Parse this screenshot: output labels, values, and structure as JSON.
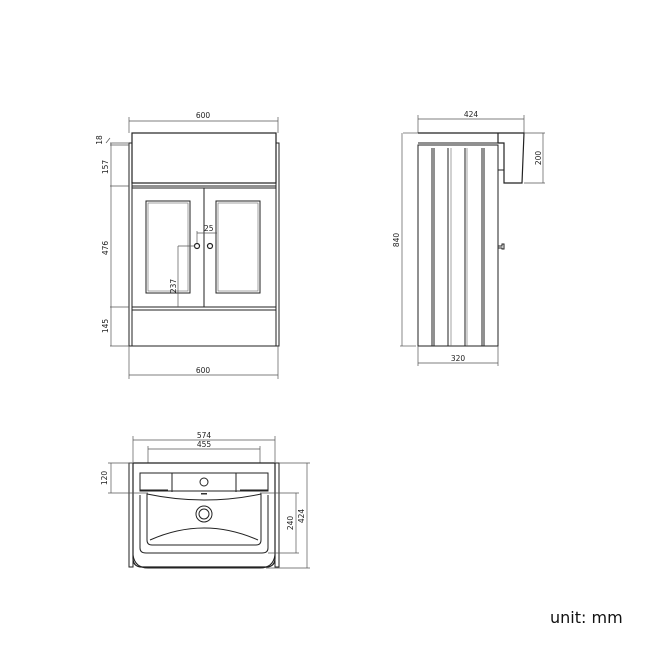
{
  "front_view": {
    "width_top": "600",
    "width_bottom": "600",
    "top_gap": "18",
    "basin_height": "157",
    "door_height": "476",
    "plinth_height": "145",
    "knob_spacing": "25",
    "knob_height": "237"
  },
  "side_view": {
    "depth_top": "424",
    "depth_bottom": "320",
    "total_height": "840",
    "basin_depth": "200"
  },
  "top_view": {
    "outer_width": "574",
    "bowl_width": "455",
    "back_depth": "120",
    "bowl_depth": "240",
    "total_depth": "424"
  },
  "unit_label": "unit: mm"
}
